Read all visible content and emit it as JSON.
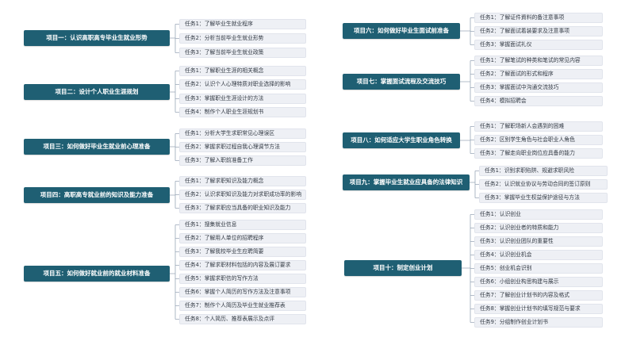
{
  "projects": [
    {
      "title": "项目一：认识高职高专毕业生就业形势",
      "tasks": [
        "任务1：了解毕业生就业程序",
        "任务2：分析当前毕业生就业形势",
        "任务3：了解当前毕业生就业政策"
      ]
    },
    {
      "title": "项目二：设计个人职业生涯规划",
      "tasks": [
        "任务1：了解职业生涯的相关概念",
        "任务2：认识个人心理特质对职业选择的影响",
        "任务3：掌握职业生涯设计的方法",
        "任务4：制作个人职业生涯规划书"
      ]
    },
    {
      "title": "项目三：如何做好毕业生就业前心理准备",
      "tasks": [
        "任务1：分析大学生求职常见心理误区",
        "任务2：掌握求职过程自我心理调节方法",
        "任务3：了解入职前准备工作"
      ]
    },
    {
      "title": "项目四：高职高专就业前的知识及能力准备",
      "tasks": [
        "任务1：了解求职知识及能力概念",
        "任务2：认识求职知识及能力对求职成功率的影响",
        "任务3：了解求职应当具备的职业知识及能力"
      ]
    },
    {
      "title": "项目五：如何做好就业前的就业材料准备",
      "tasks": [
        "任务1：搜集就业信息",
        "任务2：了解用人单位的招聘程序",
        "任务3：了解我校毕业生应聘简要",
        "任务4：了解求职材料包括的内容及展订要求",
        "任务5：掌握求职信的写作方法",
        "任务6：掌握个人简历的写作方法及注意事项",
        "任务7：制作个人简历及毕业生就业推荐表",
        "任务8：个人简历、推荐表展示及点评"
      ]
    },
    {
      "title": "项目六：如何做好毕业生面试前准备",
      "tasks": [
        "任务1：了解证件資料的备注意事项",
        "任务2：了解面试着装要求及注意事项",
        "任务3：掌握面试礼仪"
      ]
    },
    {
      "title": "项目七：掌握面试流程及交流技巧",
      "tasks": [
        "任务1：了解笔试的种类和笔试的常见内容",
        "任务2：了解面试的形式和程序",
        "任务3：掌握面试中沟通交流技巧",
        "任务4：模拟招聘会"
      ]
    },
    {
      "title": "项目八：如何适应大学生职业角色转换",
      "tasks": [
        "任务1：了解职场新人会遇到的困难",
        "任务2：区别学生角色与社会职业人角色",
        "任务3：了解走向职业岗位应具备的能力"
      ]
    },
    {
      "title": "项目九：掌握毕业生就业应具备的法律知识",
      "tasks": [
        "任务1：识别求职陷阱、规避求职风险",
        "任务2：认识就业协议与劳动合同的签订原则",
        "任务3：掌握毕业生权益保护途径与方法"
      ]
    },
    {
      "title": "项目十：制定创业计划",
      "tasks": [
        "任务1：认识创业",
        "任务2：认识创业者的特质和能力",
        "任务3：认识创业团队的重要性",
        "任务4：认识创业机会",
        "任务5：创业机会识别",
        "任务6：小组创业构思构建与展示",
        "任务7：了解创业计划书的内容及格式",
        "任务8：掌握创业计划书的填写规范与要求",
        "任务9：分组制作创业计划书"
      ]
    }
  ]
}
